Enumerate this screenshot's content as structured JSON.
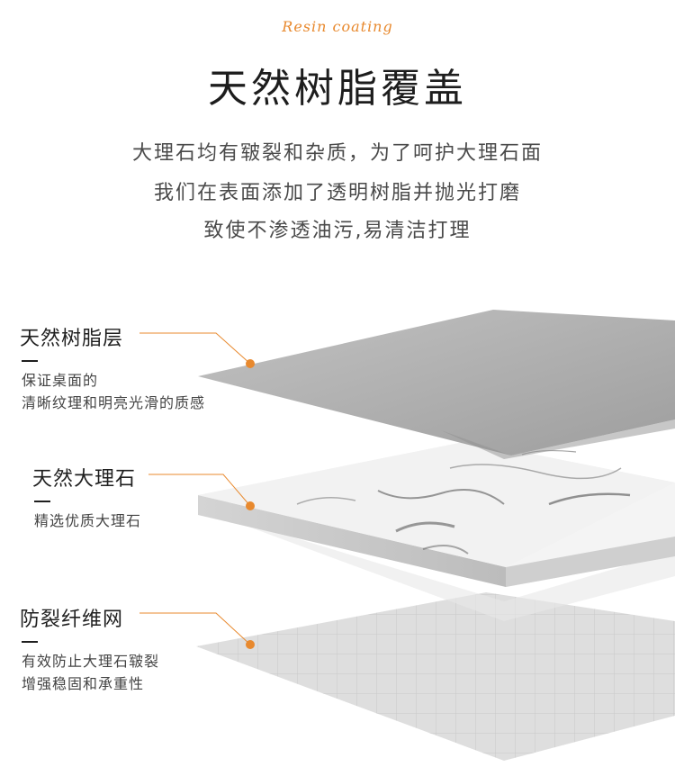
{
  "header": {
    "script_label": "Resin coating",
    "title": "天然树脂覆盖",
    "desc_lines": [
      "大理石均有皲裂和杂质，为了呵护大理石面",
      "我们在表面添加了透明树脂并抛光打磨",
      "致使不渗透油污,易清洁打理"
    ]
  },
  "layers": [
    {
      "title": "天然树脂层",
      "desc": [
        "保证桌面的",
        "清晰纹理和明亮光滑的质感"
      ]
    },
    {
      "title": "天然大理石",
      "desc": [
        "精选优质大理石"
      ]
    },
    {
      "title": "防裂纤维网",
      "desc": [
        "有效防止大理石皲裂",
        "增强稳固和承重性"
      ]
    }
  ],
  "colors": {
    "accent": "#e8892e",
    "resin": "#b3b3b3",
    "marble": "#f3f3f3",
    "mesh": "#dcdcdc"
  }
}
